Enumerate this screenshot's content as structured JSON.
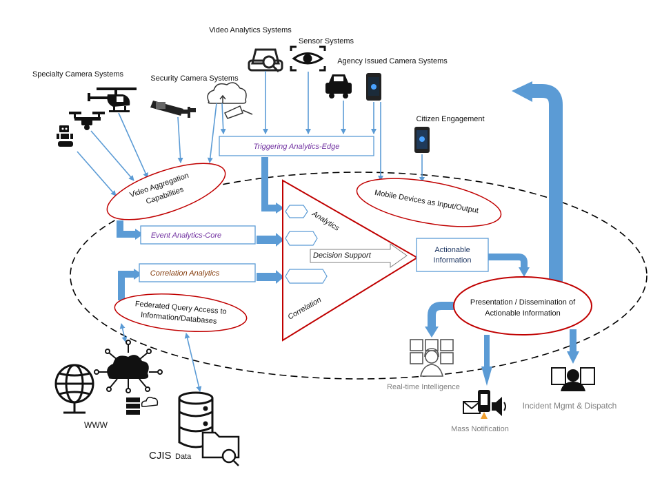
{
  "diagram": {
    "sources": {
      "video_analytics": "Video Analytics Systems",
      "sensor": "Sensor Systems",
      "agency_camera": "Agency  Issued Camera Systems",
      "specialty_camera": "Specialty Camera Systems",
      "security_camera": "Security Camera Systems",
      "citizen_engagement": "Citizen Engagement"
    },
    "nodes": {
      "triggering_edge": "Triggering Analytics-Edge",
      "video_aggregation_line1": "Video Aggregation",
      "video_aggregation_line2": "Capabilities",
      "mobile_devices": "Mobile Devices as Input/Output",
      "event_analytics": "Event Analytics-Core",
      "correlation_analytics": "Correlation Analytics",
      "federated_line1": "Federated  Query Access to",
      "federated_line2": "Information/Databases",
      "actionable_line1": "Actionable",
      "actionable_line2": "Information",
      "presentation_line1": "Presentation / Dissemination of",
      "presentation_line2": "Actionable Information"
    },
    "triangle": {
      "analytics": "Analytics",
      "decision_support": "Decision Support",
      "correlation": "Correlation"
    },
    "outputs": {
      "realtime": "Real-time  Intelligence",
      "mass_notification": "Mass Notification",
      "incident_mgmt": "Incident  Mgmt & Dispatch"
    },
    "data_sources": {
      "www": "WWW",
      "cjis_main": "CJIS",
      "cjis_suffix": "Data"
    }
  },
  "colors": {
    "arrow_blue": "#5b9bd5",
    "red_outline": "#c00000",
    "purple_text": "#7030a0",
    "brown_text": "#843c0c",
    "gray_text": "#7f7f7f"
  }
}
